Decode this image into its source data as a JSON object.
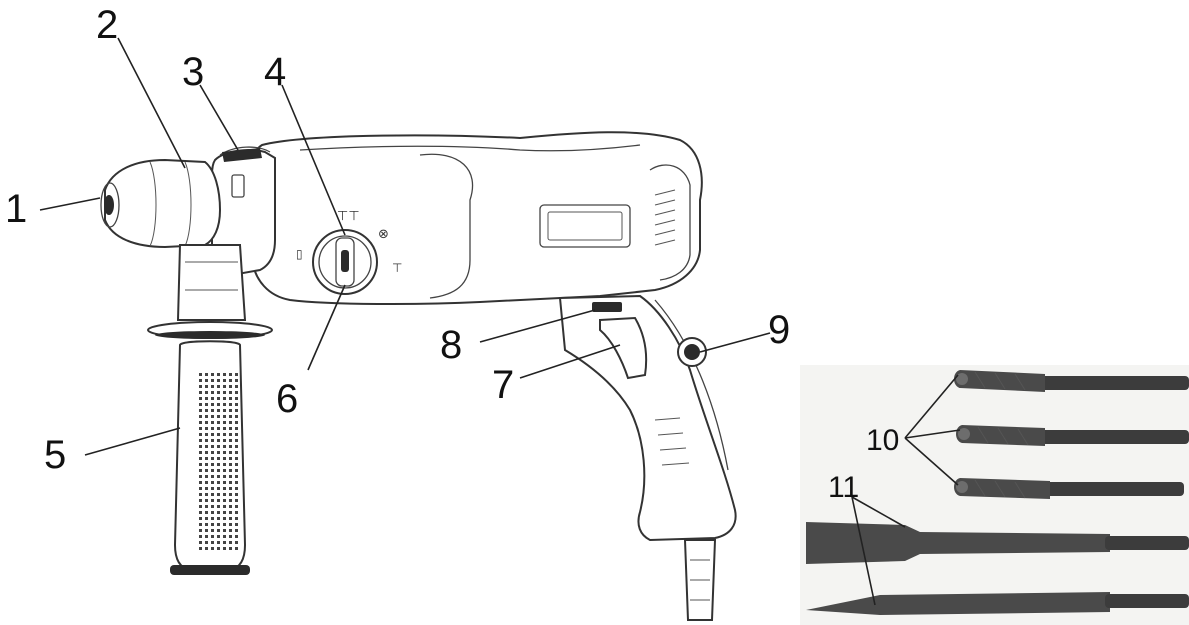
{
  "figure": {
    "callouts": [
      {
        "id": "1",
        "label": "1"
      },
      {
        "id": "2",
        "label": "2"
      },
      {
        "id": "3",
        "label": "3"
      },
      {
        "id": "4",
        "label": "4"
      },
      {
        "id": "5",
        "label": "5"
      },
      {
        "id": "6",
        "label": "6"
      },
      {
        "id": "7",
        "label": "7"
      },
      {
        "id": "8",
        "label": "8"
      },
      {
        "id": "9",
        "label": "9"
      },
      {
        "id": "10",
        "label": "10"
      },
      {
        "id": "11",
        "label": "11"
      }
    ],
    "colors": {
      "line": "#333333",
      "background": "#ffffff",
      "bit": "#4a4a4a"
    }
  }
}
